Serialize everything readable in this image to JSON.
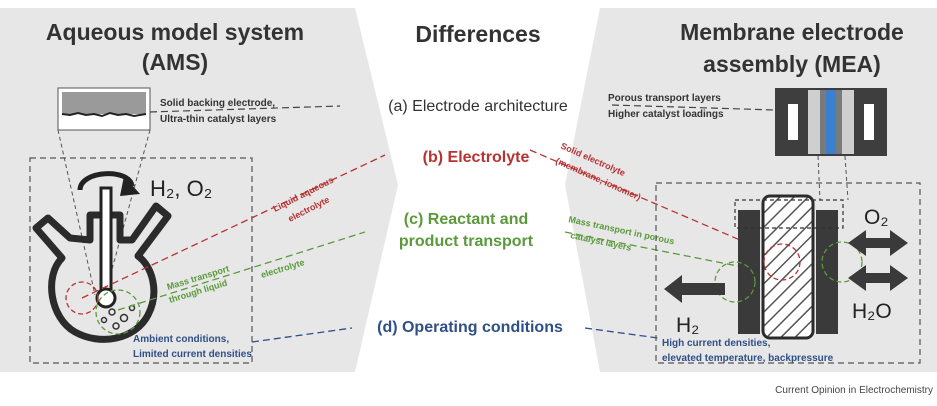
{
  "panels": {
    "left_title_line1": "Aqueous model system",
    "left_title_line2": "(AMS)",
    "center_title": "Differences",
    "right_title_line1": "Membrane electrode",
    "right_title_line2": "assembly (MEA)"
  },
  "differences": {
    "a": "(a) Electrode architecture",
    "b": "(b) Electrolyte",
    "c_line1": "(c) Reactant and",
    "c_line2": "product transport",
    "d": "(d) Operating conditions"
  },
  "ams_notes": {
    "architecture_line1": "Solid backing electrode,",
    "architecture_line2": "Ultra-thin catalyst layers",
    "electrolyte_line1": "Liquid aqueous",
    "electrolyte_line2": "electrolyte",
    "transport_line1": "Mass transport",
    "transport_line2": "through liquid",
    "transport_line3": "electrolyte",
    "operating_line1": "Ambient conditions,",
    "operating_line2": "Limited current densities",
    "gases": "H₂, O₂"
  },
  "mea_notes": {
    "architecture_line1": "Porous transport layers",
    "architecture_line2": "Higher catalyst loadings",
    "electrolyte_line1": "Solid electrolyte",
    "electrolyte_line2": "(membrane, ionomer)",
    "transport_line1": "Mass transport in porous",
    "transport_line2": "catalyst layers",
    "operating_line1": "High current densities,",
    "operating_line2": "elevated temperature, backpressure",
    "o2": "O₂",
    "h2o": "H₂O",
    "h2": "H₂"
  },
  "credit": "Current Opinion in Electrochemistry",
  "colors": {
    "panel_gray": "#e7e7e7",
    "dark": "#333333",
    "electrolyte_red": "#b83232",
    "transport_green": "#5a9a3a",
    "operating_blue": "#2f4f87",
    "membrane_blue": "#3b7fd0"
  }
}
